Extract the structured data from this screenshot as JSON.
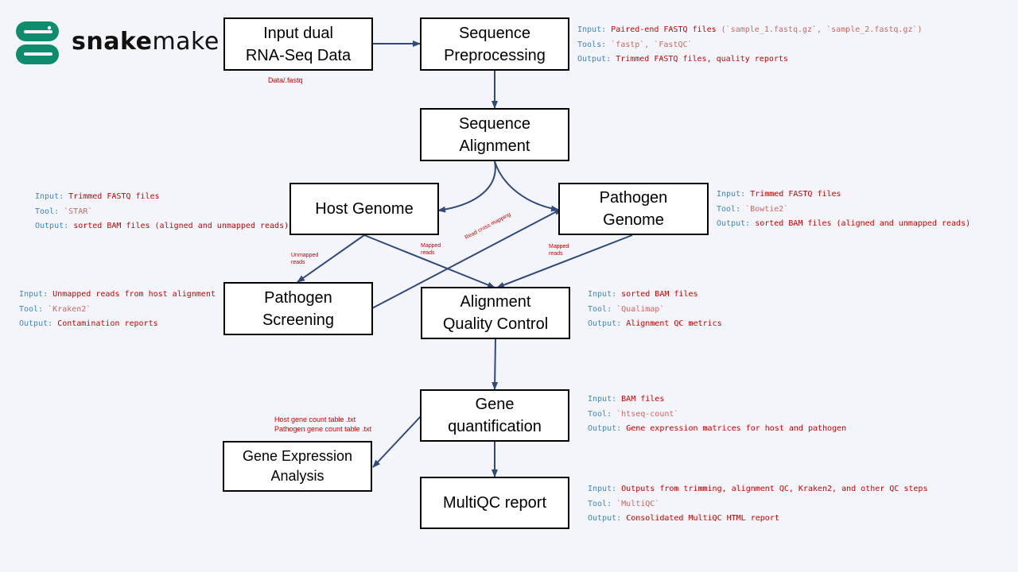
{
  "logo": {
    "bold": "snake",
    "light": "make",
    "color": "#0f8c6d"
  },
  "nodes": {
    "input": [
      "Input dual",
      "RNA-Seq Data"
    ],
    "preproc": [
      "Sequence",
      "Preprocessing"
    ],
    "align": [
      "Sequence",
      "Alignment"
    ],
    "host": [
      "Host Genome"
    ],
    "pathogen": [
      "Pathogen",
      "Genome"
    ],
    "screen": [
      "Pathogen",
      "Screening"
    ],
    "aqc": [
      "Alignment",
      "Quality Control"
    ],
    "quant": [
      "Gene",
      "quantification"
    ],
    "gea": [
      "Gene Expression",
      "Analysis"
    ],
    "mqc": [
      "MultiQC report"
    ]
  },
  "annotations": {
    "preproc": {
      "input": "Paired-end FASTQ files ",
      "input_code": "(`sample_1.fastq.gz`, `sample_2.fastq.gz`)",
      "tools_code": "`fastp`, `FastQC`",
      "output": "Trimmed FASTQ files, quality reports"
    },
    "host": {
      "input": "Trimmed FASTQ files",
      "tool_code": "`STAR`",
      "output": "sorted BAM files (aligned and unmapped reads)"
    },
    "pathogen": {
      "input": "Trimmed FASTQ files",
      "tool_code": "`Bowtie2`",
      "output": "sorted BAM files (aligned and unmapped reads)"
    },
    "screen": {
      "input": "Unmapped reads from host alignment",
      "tool_code": "`Kraken2`",
      "output": "Contamination reports"
    },
    "aqc": {
      "input": "sorted BAM files",
      "tool_code": "`Qualimap`",
      "output": "Alignment QC metrics"
    },
    "quant": {
      "input": "BAM files",
      "tool_code": "`htseq-count`",
      "output": "Gene expression matrices for host and pathogen"
    },
    "mqc": {
      "input": "Outputs from trimming, alignment QC, Kraken2, and other QC steps",
      "tool_code": "`MultiQC`",
      "output": "Consolidated MultiQC HTML report"
    }
  },
  "keys": {
    "input": "Input:",
    "tool": "Tool:",
    "tools": "Tools:",
    "output": "Output:"
  },
  "edge_labels": {
    "data_fastq": "Data/.fastq",
    "unmapped": [
      "Unmapped",
      "reads"
    ],
    "mapped_host": [
      "Mapped",
      "reads"
    ],
    "cross": "Read cross mapping",
    "mapped_path": [
      "Mapped",
      "reads"
    ],
    "counts": [
      "Host gene count table .txt",
      "Pathogen gene count table .txt"
    ]
  },
  "colors": {
    "arrow": "#2f4a7a",
    "key": "#3d86c6",
    "value": "#cc0000"
  }
}
